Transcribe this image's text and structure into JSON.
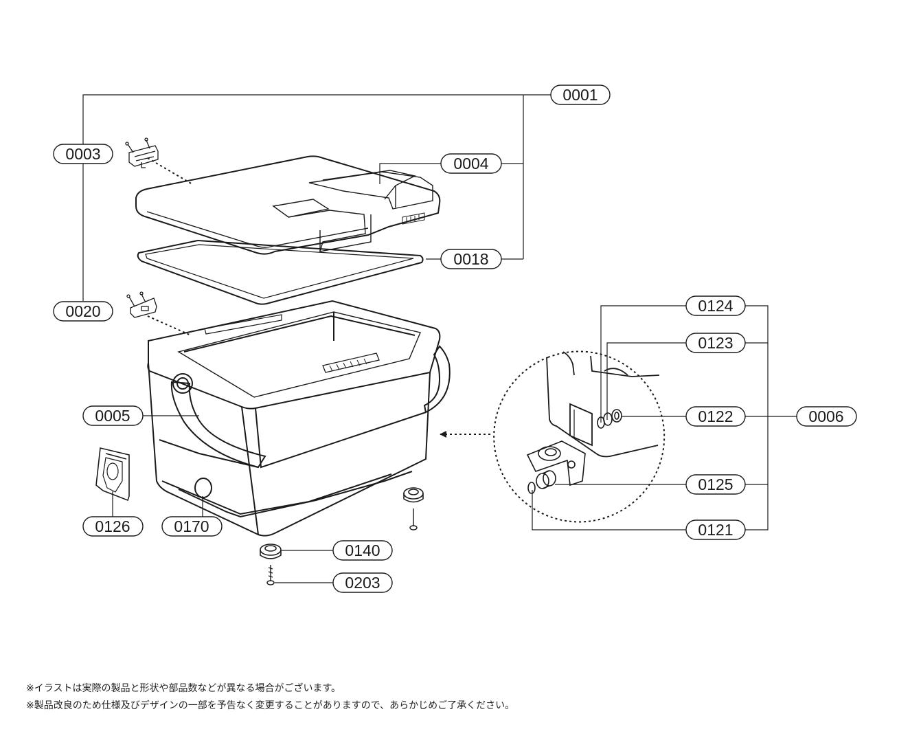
{
  "parts": {
    "p0001": "0001",
    "p0003": "0003",
    "p0004": "0004",
    "p0018": "0018",
    "p0020": "0020",
    "p0005": "0005",
    "p0126": "0126",
    "p0170": "0170",
    "p0140": "0140",
    "p0203": "0203",
    "p0124": "0124",
    "p0123": "0123",
    "p0122": "0122",
    "p0006": "0006",
    "p0125": "0125",
    "p0121": "0121"
  },
  "notes": [
    "※イラストは実際の製品と形状や部品数などが異なる場合がございます。",
    "※製品改良のため仕様及びデザインの一部を予告なく変更することがありますので、あらかじめご了承ください。"
  ]
}
